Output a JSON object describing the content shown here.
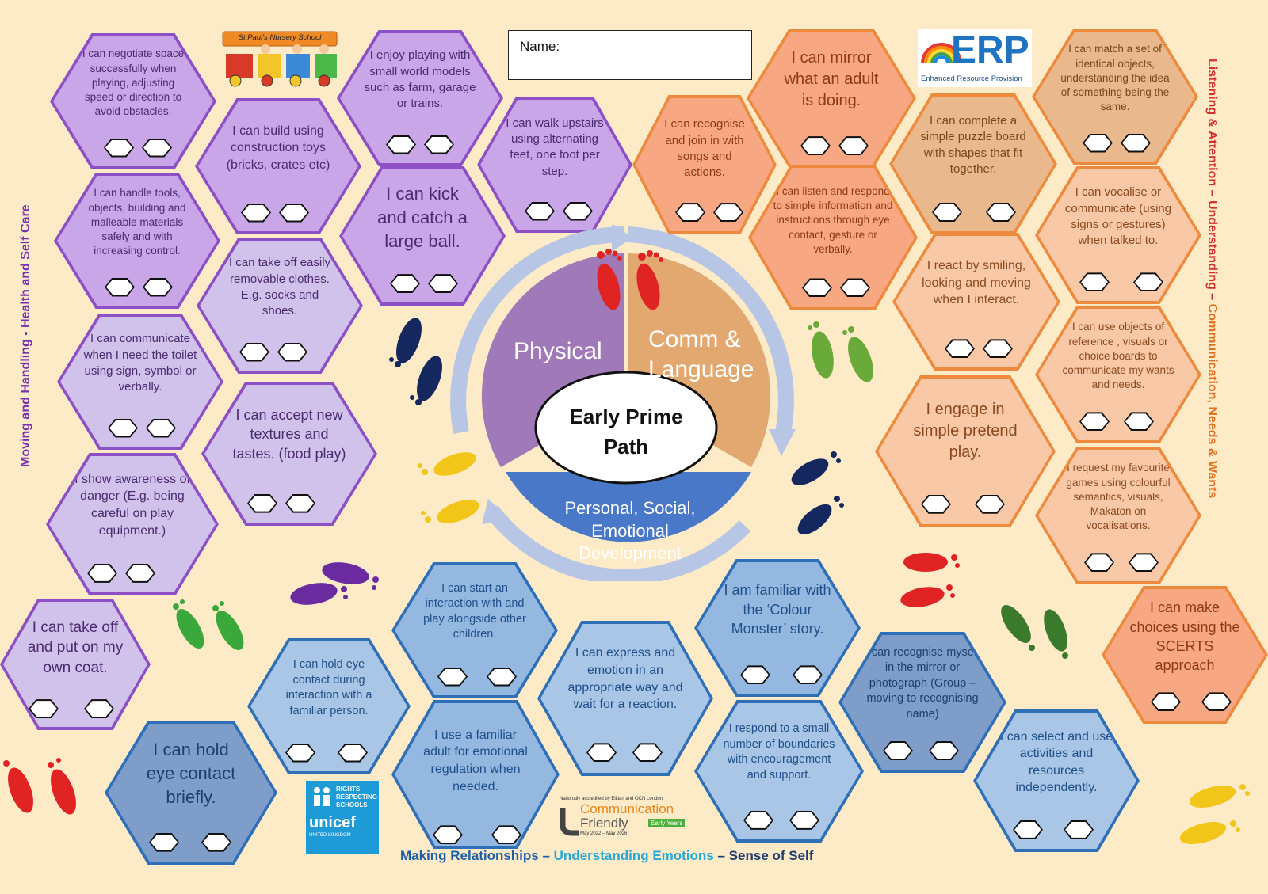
{
  "title": "Early Prime Path",
  "name_label": "Name:",
  "segments": {
    "physical": "Physical",
    "comm_line1": "Comm &",
    "comm_line2": "Language",
    "psed_line1": "Personal, Social,",
    "psed_line2": "Emotional",
    "psed_line3": "Development"
  },
  "side_left": {
    "part1": "Moving and Handling - ",
    "part2": "Health and Self Care"
  },
  "side_right": {
    "part1": "Listening & Attention – ",
    "part2": "Understanding – ",
    "part3": "Communication, Needs & Wants"
  },
  "bottom_label": {
    "part1": "Making Relationships – ",
    "part2": "Understanding Emotions",
    "part3": " – Sense of Self"
  },
  "logos": {
    "nursery": "St Paul's Nursery School",
    "erp_text": "ERP",
    "erp_sub": "Enhanced Resource Provision",
    "rrs_line1": "RIGHTS",
    "rrs_line2": "RESPECTING",
    "rrs_line3": "SCHOOLS",
    "unicef": "unicef",
    "unicef_uk": "UNITED KINGDOM",
    "cf_small": "Nationally accredited by Elklan and OCN London",
    "cf_line1": "Communication",
    "cf_line2": "Friendly",
    "cf_badge": "Early Years",
    "cf_dates": "May 2022 – May 2026"
  },
  "colors": {
    "physical": "#a07ab8",
    "comm": "#e3a870",
    "psed": "#4a78c8",
    "purple_text": "#7a2fb0",
    "orange_text": "#e0701e",
    "red_text": "#d2322d",
    "blue_text": "#1f5fa8",
    "cyan_text": "#25a8d8"
  },
  "hexagons": [
    {
      "text": "I can negotiate space successfully when playing, adjusting speed or direction to avoid obstacles.",
      "theme": "purple"
    },
    {
      "text": "I can build using construction toys (bricks, crates etc)",
      "theme": "purple"
    },
    {
      "text": "I enjoy playing with small world models such as farm, garage or trains.",
      "theme": "purple"
    },
    {
      "text": "I can walk upstairs using alternating feet, one foot per step.",
      "theme": "purple"
    },
    {
      "text": "I can handle tools, objects, building and malleable materials safely and with increasing control.",
      "theme": "purple"
    },
    {
      "text": "I can kick and catch a large ball.",
      "theme": "purple"
    },
    {
      "text": "I can take off easily removable clothes. E.g. socks and shoes.",
      "theme": "lav"
    },
    {
      "text": "I can communicate when I need the toilet using sign, symbol or verbally.",
      "theme": "lav"
    },
    {
      "text": "I can accept new textures and tastes. (food play)",
      "theme": "lav"
    },
    {
      "text": "I show awareness of danger (E.g. being careful on play equipment.)",
      "theme": "lav"
    },
    {
      "text": "I can take off and put on my own coat.",
      "theme": "lav"
    },
    {
      "text": "I can mirror what an adult is doing.",
      "theme": "orange"
    },
    {
      "text": "I can recognise and join in with songs and actions.",
      "theme": "orange"
    },
    {
      "text": "I can listen and respond to simple information and instructions through eye contact, gesture or verbally.",
      "theme": "orange"
    },
    {
      "text": "I can make choices using the SCERTS approach",
      "theme": "orange"
    },
    {
      "text": "I can complete a simple puzzle board with shapes that fit together.",
      "theme": "tan"
    },
    {
      "text": "I can match a set of identical objects, understanding the idea of something being the same.",
      "theme": "tan"
    },
    {
      "text": "I react by smiling, looking and moving when I interact.",
      "theme": "peach"
    },
    {
      "text": "I can vocalise or communicate (using signs or gestures) when talked to.",
      "theme": "peach"
    },
    {
      "text": "I engage in simple pretend play.",
      "theme": "peach"
    },
    {
      "text": "I can use objects of reference , visuals or choice boards to communicate my wants and needs.",
      "theme": "peach"
    },
    {
      "text": "I request my favourite games using colourful semantics, visuals, Makaton on vocalisations.",
      "theme": "peach"
    },
    {
      "text": "I can start an interaction with and play alongside other children.",
      "theme": "blue"
    },
    {
      "text": "I am familiar with the ‘Colour Monster’ story.",
      "theme": "blue"
    },
    {
      "text": "I can hold eye contact during interaction with a familiar person.",
      "theme": "blue2"
    },
    {
      "text": "I can express and emotion in an appropriate way and wait for a reaction.",
      "theme": "blue2"
    },
    {
      "text": "I can recognise myself in the mirror or photograph (Group – moving to recognising name)",
      "theme": "blue3"
    },
    {
      "text": "I can hold eye contact briefly.",
      "theme": "blue3"
    },
    {
      "text": "I use a familiar adult for emotional regulation when needed.",
      "theme": "blue"
    },
    {
      "text": "I respond to a small number of boundaries with encouragement and support.",
      "theme": "blue2"
    },
    {
      "text": "I can select and use activities and resources independently.",
      "theme": "blue2"
    }
  ]
}
